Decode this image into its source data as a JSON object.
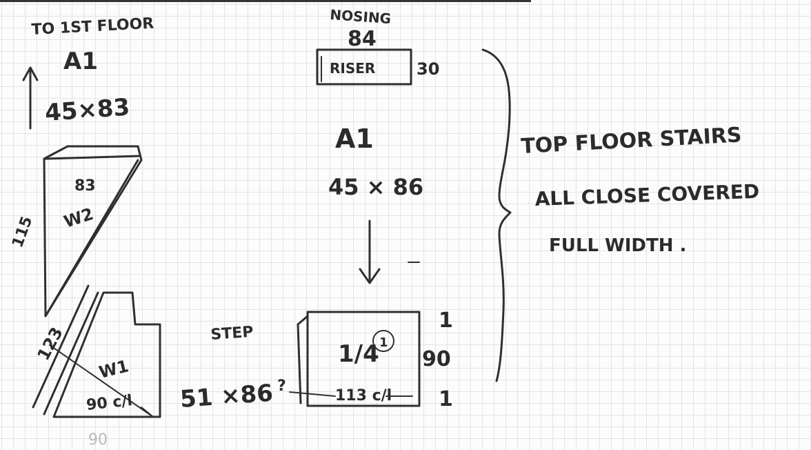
{
  "lower_flight": {
    "heading": "TO 1ST FLOOR",
    "ref": "A1",
    "size": "45×83",
    "top_dim": "83",
    "winder_upper": "W2",
    "side_dim": "115",
    "corner_dim": "123",
    "winder_lower": "W1",
    "base_dim": "90 c/l",
    "base_dim_faint": "90"
  },
  "upper_flight": {
    "nosing_label": "NOSING",
    "nosing_value": "84",
    "riser_label": "RISER",
    "riser_value": "30",
    "ref": "A1",
    "size": "45 × 86"
  },
  "newel_step": {
    "step_label": "STEP",
    "post_size": "51 ×86",
    "post_suffix": "?",
    "quarter": "1/4",
    "circled": "1",
    "right_dim": "90",
    "right_tick_top": "1",
    "right_tick_bottom": "1",
    "bottom_dim": "113 c/l"
  },
  "notes": {
    "line1": "TOP FLOOR STAIRS",
    "line2": "ALL CLOSE COVERED",
    "line3": "FULL WIDTH ."
  }
}
